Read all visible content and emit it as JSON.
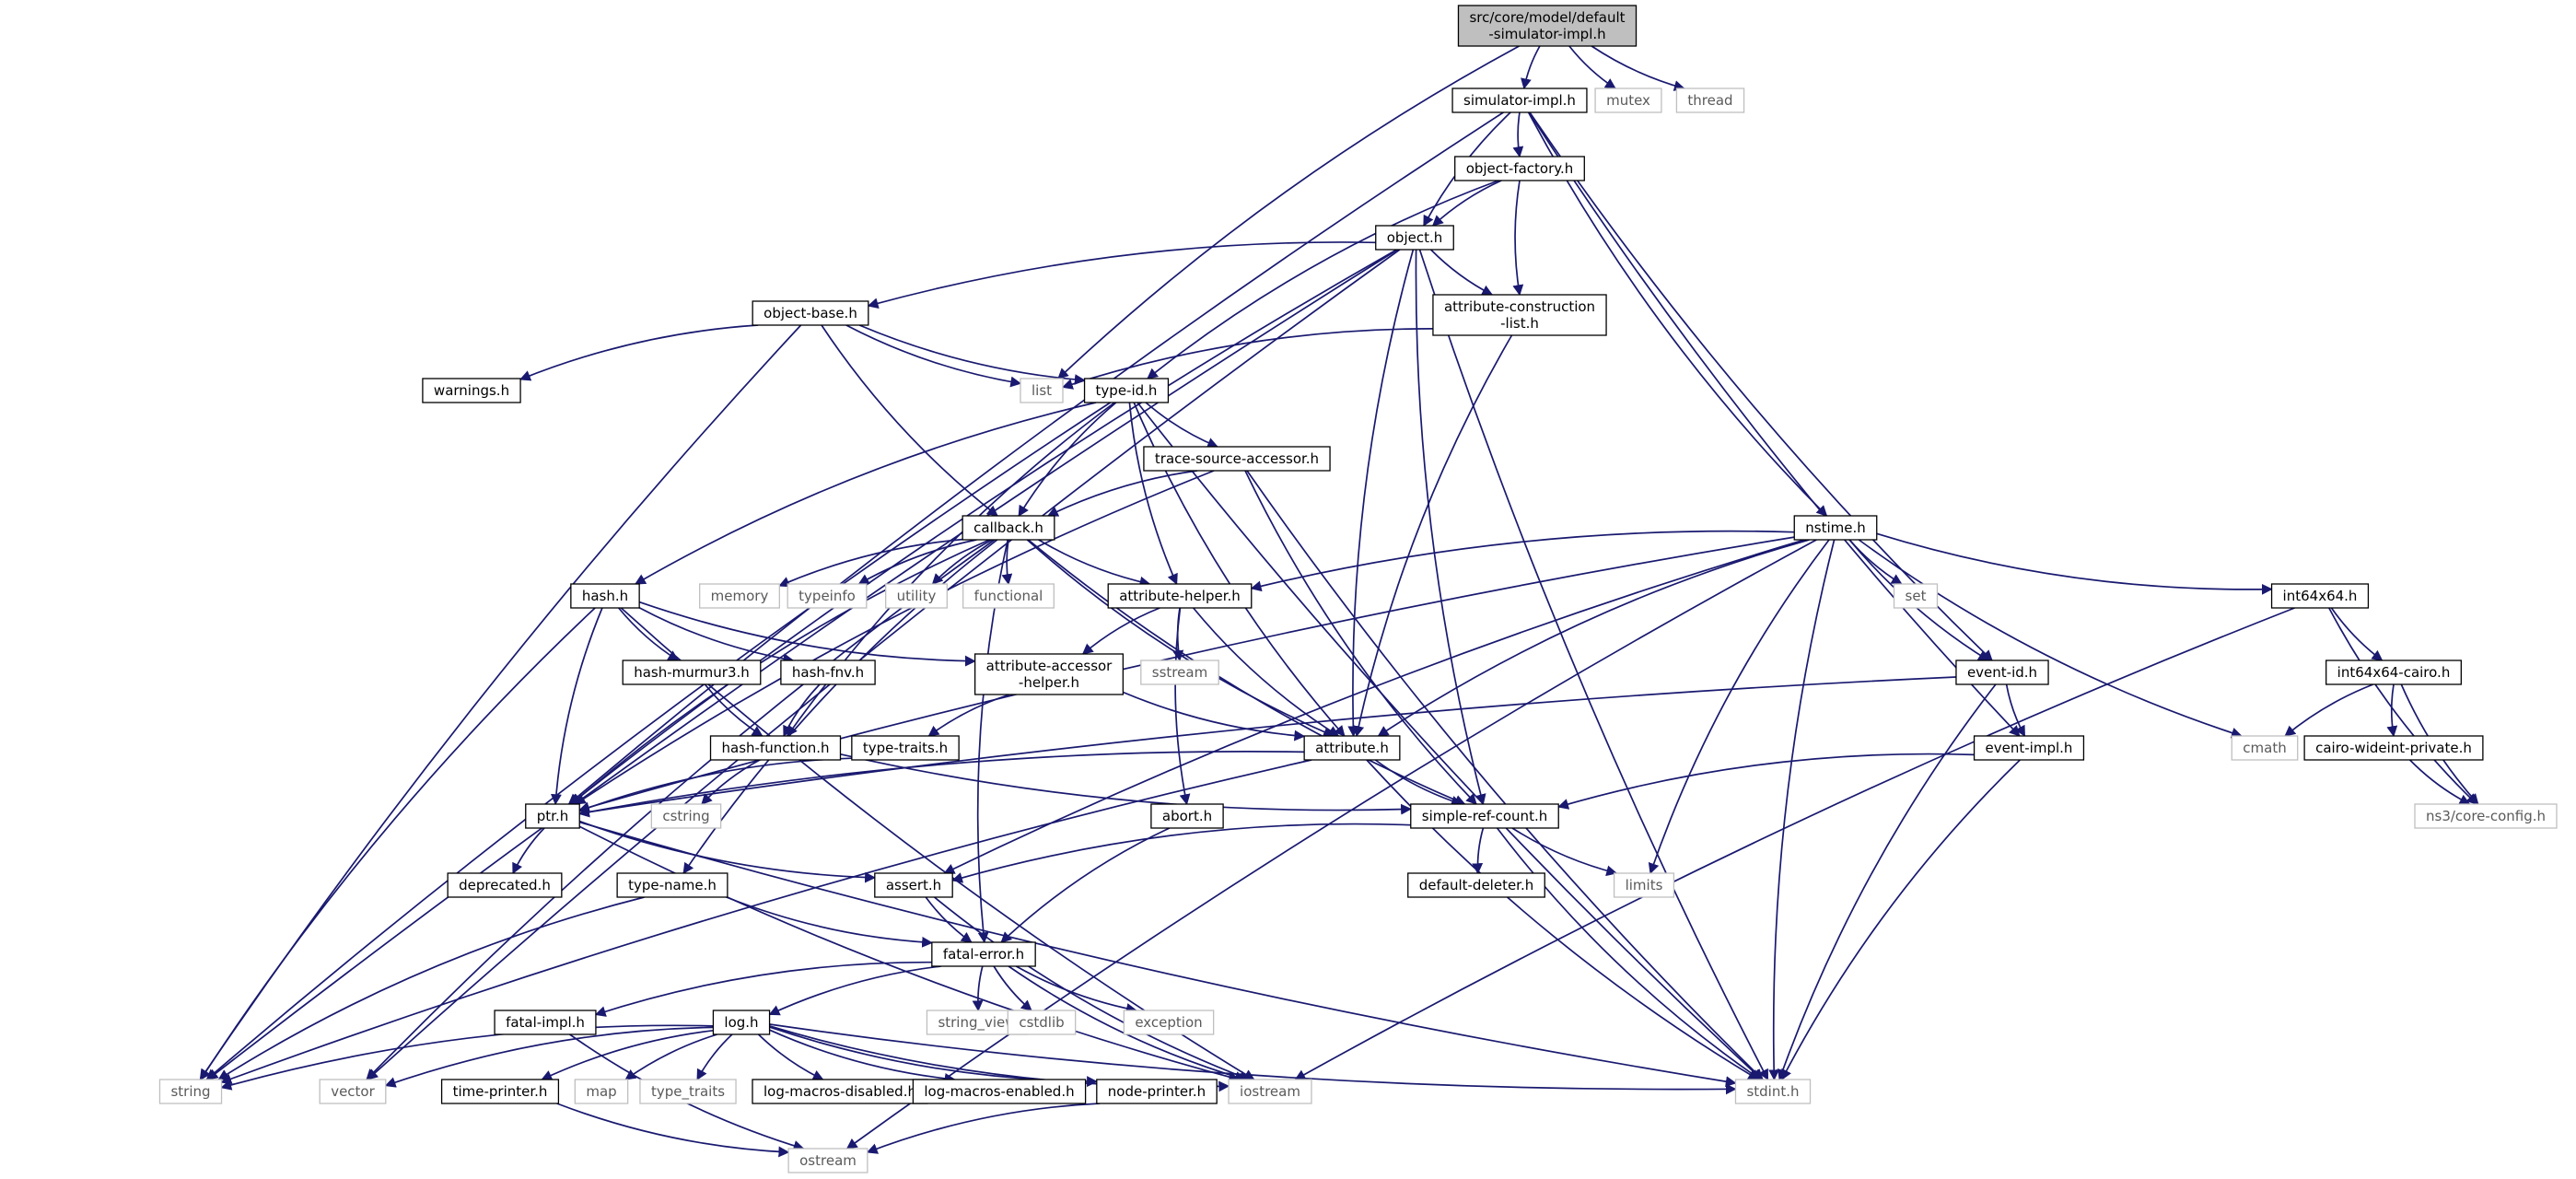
{
  "colors": {
    "edge": "#191970",
    "box_border": "#000000",
    "system_border": "#bfbfbf",
    "root_fill": "#bfbfbf",
    "background": "#ffffff"
  },
  "nodes": [
    {
      "id": "root",
      "label": "src/core/model/default\n-simulator-impl.h",
      "kind": "root"
    },
    {
      "id": "simulator-impl",
      "label": "simulator-impl.h",
      "kind": "file"
    },
    {
      "id": "mutex",
      "label": "mutex",
      "kind": "system"
    },
    {
      "id": "thread",
      "label": "thread",
      "kind": "system"
    },
    {
      "id": "object-factory",
      "label": "object-factory.h",
      "kind": "file"
    },
    {
      "id": "object",
      "label": "object.h",
      "kind": "file"
    },
    {
      "id": "attribute-construction-list",
      "label": "attribute-construction\n-list.h",
      "kind": "file"
    },
    {
      "id": "object-base",
      "label": "object-base.h",
      "kind": "file"
    },
    {
      "id": "warnings",
      "label": "warnings.h",
      "kind": "file"
    },
    {
      "id": "list",
      "label": "list",
      "kind": "system"
    },
    {
      "id": "type-id",
      "label": "type-id.h",
      "kind": "file"
    },
    {
      "id": "trace-source-accessor",
      "label": "trace-source-accessor.h",
      "kind": "file"
    },
    {
      "id": "callback",
      "label": "callback.h",
      "kind": "file"
    },
    {
      "id": "nstime",
      "label": "nstime.h",
      "kind": "file"
    },
    {
      "id": "hash",
      "label": "hash.h",
      "kind": "file"
    },
    {
      "id": "memory",
      "label": "memory",
      "kind": "system"
    },
    {
      "id": "typeinfo",
      "label": "typeinfo",
      "kind": "system"
    },
    {
      "id": "utility",
      "label": "utility",
      "kind": "system"
    },
    {
      "id": "functional",
      "label": "functional",
      "kind": "system"
    },
    {
      "id": "attribute-helper",
      "label": "attribute-helper.h",
      "kind": "file"
    },
    {
      "id": "set",
      "label": "set",
      "kind": "system"
    },
    {
      "id": "int64x64",
      "label": "int64x64.h",
      "kind": "file"
    },
    {
      "id": "hash-murmur3",
      "label": "hash-murmur3.h",
      "kind": "file"
    },
    {
      "id": "hash-fnv",
      "label": "hash-fnv.h",
      "kind": "file"
    },
    {
      "id": "attribute-accessor-helper",
      "label": "attribute-accessor\n-helper.h",
      "kind": "file"
    },
    {
      "id": "sstream",
      "label": "sstream",
      "kind": "system"
    },
    {
      "id": "event-id",
      "label": "event-id.h",
      "kind": "file"
    },
    {
      "id": "int64x64-cairo",
      "label": "int64x64-cairo.h",
      "kind": "file"
    },
    {
      "id": "hash-function",
      "label": "hash-function.h",
      "kind": "file"
    },
    {
      "id": "type-traits",
      "label": "type-traits.h",
      "kind": "file"
    },
    {
      "id": "attribute",
      "label": "attribute.h",
      "kind": "file"
    },
    {
      "id": "event-impl",
      "label": "event-impl.h",
      "kind": "file"
    },
    {
      "id": "cmath",
      "label": "cmath",
      "kind": "system"
    },
    {
      "id": "cairo-wideint-private",
      "label": "cairo-wideint-private.h",
      "kind": "file"
    },
    {
      "id": "ptr",
      "label": "ptr.h",
      "kind": "file"
    },
    {
      "id": "cstring",
      "label": "cstring",
      "kind": "system"
    },
    {
      "id": "abort",
      "label": "abort.h",
      "kind": "file"
    },
    {
      "id": "simple-ref-count",
      "label": "simple-ref-count.h",
      "kind": "file"
    },
    {
      "id": "ns3-core-config",
      "label": "ns3/core-config.h",
      "kind": "system"
    },
    {
      "id": "deprecated",
      "label": "deprecated.h",
      "kind": "file"
    },
    {
      "id": "type-name",
      "label": "type-name.h",
      "kind": "file"
    },
    {
      "id": "assert",
      "label": "assert.h",
      "kind": "file"
    },
    {
      "id": "default-deleter",
      "label": "default-deleter.h",
      "kind": "file"
    },
    {
      "id": "limits",
      "label": "limits",
      "kind": "system"
    },
    {
      "id": "fatal-error",
      "label": "fatal-error.h",
      "kind": "file"
    },
    {
      "id": "fatal-impl",
      "label": "fatal-impl.h",
      "kind": "file"
    },
    {
      "id": "log",
      "label": "log.h",
      "kind": "file"
    },
    {
      "id": "string_view",
      "label": "string_view",
      "kind": "system"
    },
    {
      "id": "cstdlib",
      "label": "cstdlib",
      "kind": "system"
    },
    {
      "id": "exception",
      "label": "exception",
      "kind": "system"
    },
    {
      "id": "string",
      "label": "string",
      "kind": "system"
    },
    {
      "id": "vector",
      "label": "vector",
      "kind": "system"
    },
    {
      "id": "time-printer",
      "label": "time-printer.h",
      "kind": "file"
    },
    {
      "id": "map",
      "label": "map",
      "kind": "system"
    },
    {
      "id": "type_traits",
      "label": "type_traits",
      "kind": "system"
    },
    {
      "id": "log-macros-disabled",
      "label": "log-macros-disabled.h",
      "kind": "file"
    },
    {
      "id": "log-macros-enabled",
      "label": "log-macros-enabled.h",
      "kind": "file"
    },
    {
      "id": "node-printer",
      "label": "node-printer.h",
      "kind": "file"
    },
    {
      "id": "iostream",
      "label": "iostream",
      "kind": "system"
    },
    {
      "id": "stdint",
      "label": "stdint.h",
      "kind": "system"
    },
    {
      "id": "ostream",
      "label": "ostream",
      "kind": "system"
    }
  ],
  "edges": [
    [
      "root",
      "simulator-impl"
    ],
    [
      "root",
      "mutex"
    ],
    [
      "root",
      "thread"
    ],
    [
      "root",
      "list"
    ],
    [
      "simulator-impl",
      "object-factory"
    ],
    [
      "simulator-impl",
      "object"
    ],
    [
      "simulator-impl",
      "ptr"
    ],
    [
      "simulator-impl",
      "nstime"
    ],
    [
      "simulator-impl",
      "event-id"
    ],
    [
      "simulator-impl",
      "event-impl"
    ],
    [
      "object-factory",
      "object"
    ],
    [
      "object-factory",
      "attribute-construction-list"
    ],
    [
      "object-factory",
      "type-id"
    ],
    [
      "object",
      "object-base"
    ],
    [
      "object",
      "attribute-construction-list"
    ],
    [
      "object",
      "attribute"
    ],
    [
      "object",
      "ptr"
    ],
    [
      "object",
      "simple-ref-count"
    ],
    [
      "object",
      "string"
    ],
    [
      "object",
      "vector"
    ],
    [
      "object",
      "stdint"
    ],
    [
      "attribute-construction-list",
      "list"
    ],
    [
      "attribute-construction-list",
      "attribute"
    ],
    [
      "object-base",
      "warnings"
    ],
    [
      "object-base",
      "list"
    ],
    [
      "object-base",
      "type-id"
    ],
    [
      "object-base",
      "callback"
    ],
    [
      "object-base",
      "string"
    ],
    [
      "type-id",
      "trace-source-accessor"
    ],
    [
      "type-id",
      "callback"
    ],
    [
      "type-id",
      "hash"
    ],
    [
      "type-id",
      "attribute-helper"
    ],
    [
      "type-id",
      "attribute"
    ],
    [
      "type-id",
      "hash-function"
    ],
    [
      "type-id",
      "string"
    ],
    [
      "type-id",
      "stdint"
    ],
    [
      "trace-source-accessor",
      "callback"
    ],
    [
      "trace-source-accessor",
      "ptr"
    ],
    [
      "trace-source-accessor",
      "simple-ref-count"
    ],
    [
      "trace-source-accessor",
      "stdint"
    ],
    [
      "callback",
      "memory"
    ],
    [
      "callback",
      "typeinfo"
    ],
    [
      "callback",
      "utility"
    ],
    [
      "callback",
      "functional"
    ],
    [
      "callback",
      "attribute-helper"
    ],
    [
      "callback",
      "attribute"
    ],
    [
      "callback",
      "ptr"
    ],
    [
      "callback",
      "simple-ref-count"
    ],
    [
      "callback",
      "fatal-error"
    ],
    [
      "callback",
      "type-name"
    ],
    [
      "callback",
      "vector"
    ],
    [
      "nstime",
      "attribute-helper"
    ],
    [
      "nstime",
      "set"
    ],
    [
      "nstime",
      "int64x64"
    ],
    [
      "nstime",
      "event-id"
    ],
    [
      "nstime",
      "attribute"
    ],
    [
      "nstime",
      "assert"
    ],
    [
      "nstime",
      "cmath"
    ],
    [
      "nstime",
      "limits"
    ],
    [
      "nstime",
      "stdint"
    ],
    [
      "nstime",
      "ostream"
    ],
    [
      "nstime",
      "ptr"
    ],
    [
      "hash",
      "hash-murmur3"
    ],
    [
      "hash",
      "hash-fnv"
    ],
    [
      "hash",
      "attribute-accessor-helper"
    ],
    [
      "hash",
      "ptr"
    ],
    [
      "hash",
      "string"
    ],
    [
      "hash",
      "iostream"
    ],
    [
      "attribute-helper",
      "attribute-accessor-helper"
    ],
    [
      "attribute-helper",
      "sstream"
    ],
    [
      "attribute-helper",
      "attribute"
    ],
    [
      "attribute-helper",
      "abort"
    ],
    [
      "int64x64",
      "int64x64-cairo"
    ],
    [
      "int64x64",
      "ns3-core-config"
    ],
    [
      "int64x64",
      "iostream"
    ],
    [
      "hash-murmur3",
      "hash-function"
    ],
    [
      "hash-fnv",
      "hash-function"
    ],
    [
      "attribute-accessor-helper",
      "type-traits"
    ],
    [
      "attribute-accessor-helper",
      "attribute"
    ],
    [
      "event-id",
      "event-impl"
    ],
    [
      "event-id",
      "ptr"
    ],
    [
      "event-id",
      "stdint"
    ],
    [
      "int64x64-cairo",
      "cmath"
    ],
    [
      "int64x64-cairo",
      "cairo-wideint-private"
    ],
    [
      "int64x64-cairo",
      "ns3-core-config"
    ],
    [
      "hash-function",
      "cstring"
    ],
    [
      "hash-function",
      "simple-ref-count"
    ],
    [
      "type-traits",
      "ptr"
    ],
    [
      "attribute",
      "ptr"
    ],
    [
      "attribute",
      "simple-ref-count"
    ],
    [
      "attribute",
      "string"
    ],
    [
      "attribute",
      "stdint"
    ],
    [
      "event-impl",
      "simple-ref-count"
    ],
    [
      "event-impl",
      "stdint"
    ],
    [
      "cairo-wideint-private",
      "ns3-core-config"
    ],
    [
      "ptr",
      "deprecated"
    ],
    [
      "ptr",
      "assert"
    ],
    [
      "ptr",
      "stdint"
    ],
    [
      "ptr",
      "iostream"
    ],
    [
      "abort",
      "fatal-error"
    ],
    [
      "simple-ref-count",
      "default-deleter"
    ],
    [
      "simple-ref-count",
      "assert"
    ],
    [
      "simple-ref-count",
      "limits"
    ],
    [
      "simple-ref-count",
      "stdint"
    ],
    [
      "type-name",
      "fatal-error"
    ],
    [
      "type-name",
      "string"
    ],
    [
      "assert",
      "fatal-error"
    ],
    [
      "assert",
      "iostream"
    ],
    [
      "fatal-error",
      "fatal-impl"
    ],
    [
      "fatal-error",
      "log"
    ],
    [
      "fatal-error",
      "string_view"
    ],
    [
      "fatal-error",
      "cstdlib"
    ],
    [
      "fatal-error",
      "exception"
    ],
    [
      "fatal-error",
      "iostream"
    ],
    [
      "fatal-impl",
      "ostream"
    ],
    [
      "log",
      "string"
    ],
    [
      "log",
      "vector"
    ],
    [
      "log",
      "time-printer"
    ],
    [
      "log",
      "map"
    ],
    [
      "log",
      "type_traits"
    ],
    [
      "log",
      "log-macros-disabled"
    ],
    [
      "log",
      "log-macros-enabled"
    ],
    [
      "log",
      "node-printer"
    ],
    [
      "log",
      "iostream"
    ],
    [
      "log",
      "stdint"
    ],
    [
      "time-printer",
      "ostream"
    ],
    [
      "node-printer",
      "ostream"
    ]
  ]
}
